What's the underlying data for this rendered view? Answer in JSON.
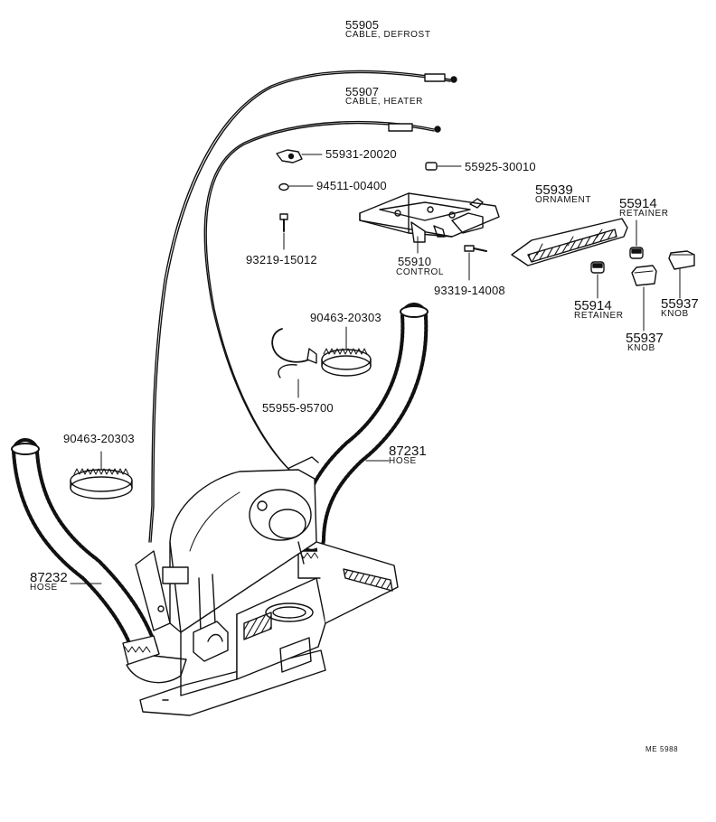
{
  "parts": {
    "p55905": {
      "number": "55905",
      "desc": "CABLE, DEFROST"
    },
    "p55907": {
      "number": "55907",
      "desc": "CABLE, HEATER"
    },
    "p55931": {
      "number": "55931-20020"
    },
    "p55925": {
      "number": "55925-30010"
    },
    "p94511": {
      "number": "94511-00400"
    },
    "p93219": {
      "number": "93219-15012"
    },
    "p55910": {
      "number": "55910",
      "desc": "CONTROL"
    },
    "p93319": {
      "number": "93319-14008"
    },
    "p55939": {
      "number": "55939",
      "desc": "ORNAMENT"
    },
    "p55914a": {
      "number": "55914",
      "desc": "RETAINER"
    },
    "p55914b": {
      "number": "55914",
      "desc": "RETAINER"
    },
    "p55937a": {
      "number": "55937",
      "desc": "KNOB"
    },
    "p55937b": {
      "number": "55937",
      "desc": "KNOB"
    },
    "p90463a": {
      "number": "90463-20303"
    },
    "p55955": {
      "number": "55955-95700"
    },
    "p90463b": {
      "number": "90463-20303"
    },
    "p87231": {
      "number": "87231",
      "desc": "HOSE"
    },
    "p87232": {
      "number": "87232",
      "desc": "HOSE"
    }
  },
  "drawing_code": "ME  5988",
  "colors": {
    "ink": "#111111",
    "paper": "#ffffff"
  }
}
